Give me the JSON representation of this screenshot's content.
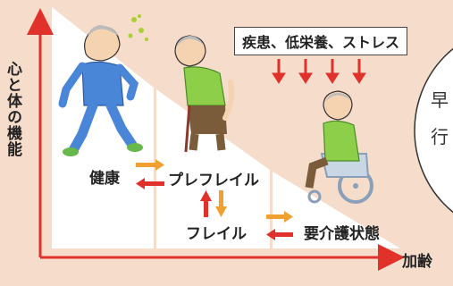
{
  "axes": {
    "y_label": "心と体の機能",
    "x_label": "加齢"
  },
  "causes_box": "疾患、低栄養、ストレス",
  "stages": {
    "healthy": "健康",
    "pre_frailty": "プレフレイル",
    "frailty": "フレイル",
    "care_needed": "要介護状態"
  },
  "side_panel": {
    "line1": "早",
    "line2": "行"
  },
  "colors": {
    "background": "#f5dccb",
    "axis": "#e0322b",
    "arrow_orange": "#f0a030",
    "arrow_red": "#e0322b",
    "step_fill": "#ffffff"
  }
}
